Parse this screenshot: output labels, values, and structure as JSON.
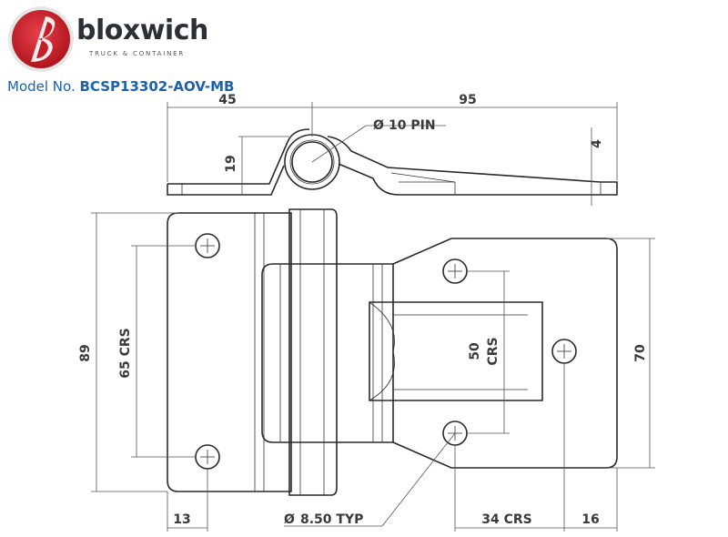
{
  "brand": {
    "name": "bloxwich",
    "tagline": "TRUCK & CONTAINER",
    "logo_color": "#d0202a"
  },
  "model": {
    "label": "Model No.",
    "number": "BCSP13302-AOV-MB",
    "color": "#1a62b0"
  },
  "dimensions": {
    "d45": "45",
    "d95": "95",
    "pin": "10 PIN",
    "d4": "4",
    "d19": "19",
    "d89": "89",
    "crs65": "65 CRS",
    "crs50_a": "50",
    "crs50_b": "CRS",
    "d70": "70",
    "d13": "13",
    "hole": "8.50 TYP",
    "crs34": "34 CRS",
    "d16": "16",
    "dia_symbol": "Ø"
  }
}
